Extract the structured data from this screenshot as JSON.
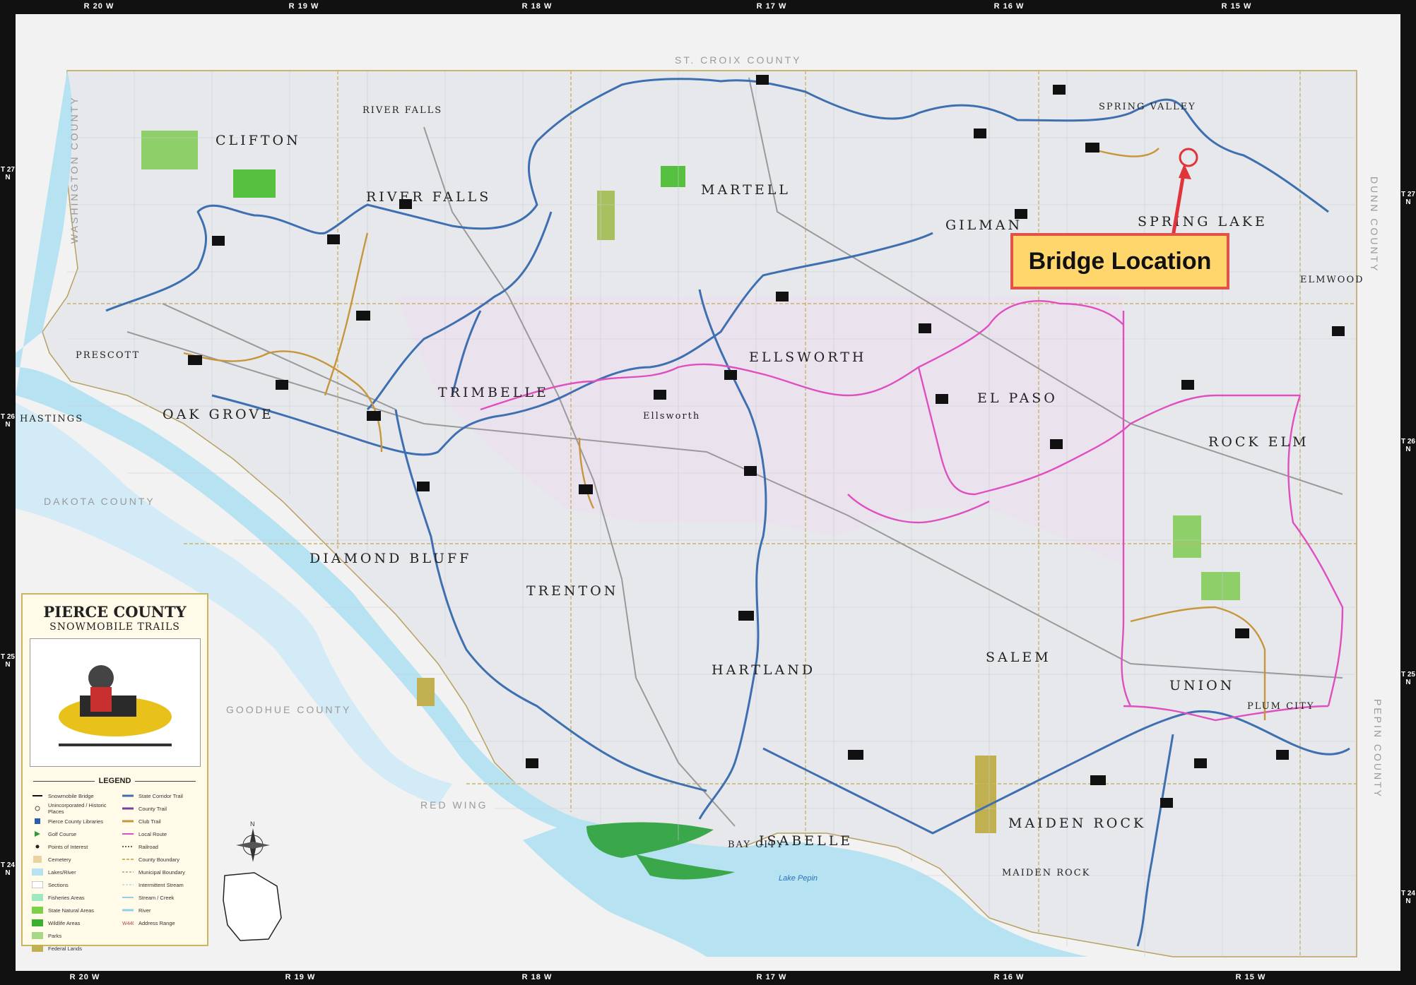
{
  "ranges": {
    "top": [
      "R 20 W",
      "R 19 W",
      "R 18 W",
      "R 17 W",
      "R 16 W",
      "R 15 W"
    ],
    "bottom": [
      "R 20 W",
      "R 19 W",
      "R 18 W",
      "R 17 W",
      "R 16 W",
      "R 15 W"
    ]
  },
  "townships": {
    "left": [
      "T 27 N",
      "T 26 N",
      "T 25 N",
      "T 24 N"
    ],
    "right": [
      "T 27 N",
      "T 26 N",
      "T 25 N",
      "T 24 N"
    ]
  },
  "township_names": [
    "CLIFTON",
    "RIVER FALLS",
    "MARTELL",
    "GILMAN",
    "SPRING LAKE",
    "OAK GROVE",
    "TRIMBELLE",
    "ELLSWORTH",
    "EL PASO",
    "ROCK ELM",
    "DIAMOND BLUFF",
    "TRENTON",
    "HARTLAND",
    "SALEM",
    "UNION",
    "ISABELLE",
    "MAIDEN ROCK"
  ],
  "cities": [
    "RIVER FALLS",
    "SPRING VALLEY",
    "ELMWOOD",
    "PRESCOTT",
    "HASTINGS",
    "Ellsworth",
    "PLUM CITY",
    "BAY CITY",
    "MAIDEN ROCK"
  ],
  "counties": [
    "WASHINGTON COUNTY",
    "ST. CROIX COUNTY",
    "DUNN COUNTY",
    "DAKOTA COUNTY",
    "GOODHUE COUNTY",
    "PEPIN COUNTY"
  ],
  "places": {
    "red_wing": "RED WING",
    "lake_pepin": "Lake Pepin"
  },
  "callout": {
    "label": "Bridge Location"
  },
  "legend": {
    "title": "PIERCE COUNTY",
    "subtitle": "SNOWMOBILE TRAILS",
    "heading": "LEGEND",
    "left_items": [
      "Snowmobile Bridge",
      "Unincorporated / Historic Places",
      "Pierce County Libraries",
      "Golf Course",
      "Points of Interest",
      "Cemetery",
      "Lakes/River",
      "Sections",
      "Fisheries Areas",
      "State Natural Areas",
      "Wildlife Areas",
      "Parks",
      "Federal Lands"
    ],
    "right_items": [
      "State Corridor Trail",
      "County Trail",
      "Club Trail",
      "Local Route",
      "Railroad",
      "County Boundary",
      "Municipal Boundary",
      "Intermittent Stream",
      "Stream / Creek",
      "River",
      "Address Range"
    ]
  },
  "colors": {
    "state_trail": "#3e6fb0",
    "local_route": "#e04fc0",
    "club_trail": "#c8963a",
    "water": "#b6e2f2",
    "park": "#8fcf6a",
    "callout_fill": "#ffd66b",
    "callout_border": "#e0524a"
  },
  "icons": {
    "compass": "compass-rose-icon",
    "wisconsin": "wisconsin-locator-icon",
    "snowmobile": "snowmobile-photo"
  }
}
